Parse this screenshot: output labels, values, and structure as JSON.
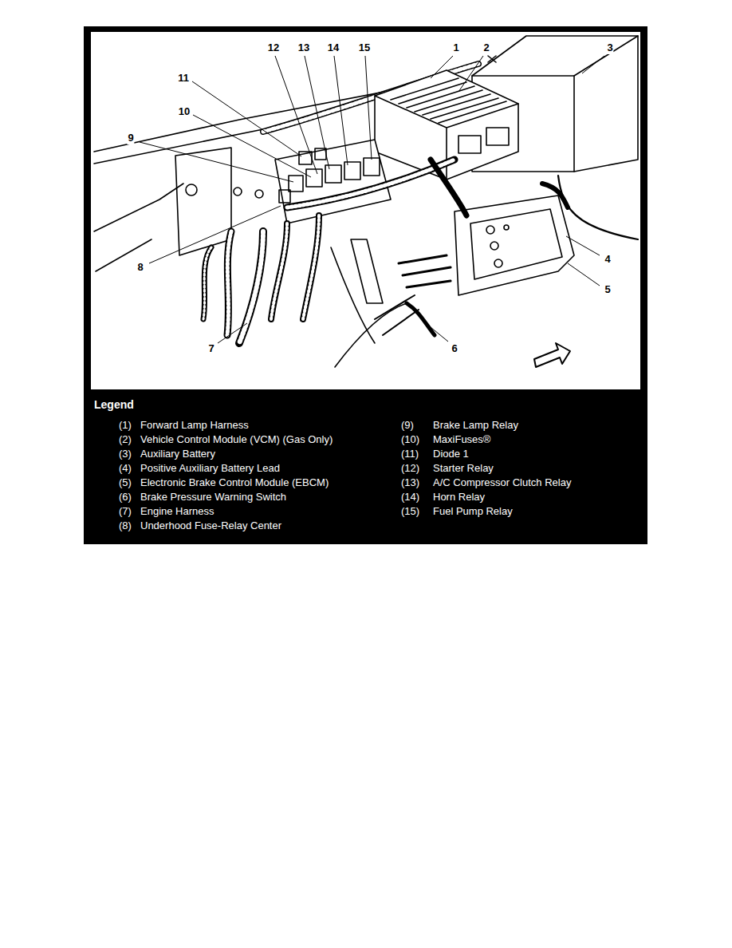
{
  "diagram": {
    "labels": [
      "12",
      "13",
      "14",
      "15",
      "1",
      "2",
      "3",
      "11",
      "10",
      "9",
      "8",
      "4",
      "5",
      "7",
      "6",
      "Legend",
      "(1)",
      "Forward Lamp Harness",
      "(2)",
      "Vehicle Control Module (VCM) (Gas Only)",
      "(3)",
      "Auxiliary Battery",
      "(4)",
      "Positive Auxiliary Battery Lead",
      "(5)",
      "Electronic Brake Control Module (EBCM)",
      "(6)",
      "Brake Pressure Warning Switch",
      "(7)",
      "Engine Harness",
      "(8)",
      "Underhood Fuse-Relay Center",
      "(9)",
      "Brake Lamp Relay",
      "(10)",
      "MaxiFuses®",
      "(11)",
      "Diode 1",
      "(12)",
      "Starter Relay",
      "(13)",
      "A/C Compressor Clutch Relay",
      "(14)",
      "Horn Relay",
      "(15)",
      "Fuel Pump Relay"
    ]
  }
}
